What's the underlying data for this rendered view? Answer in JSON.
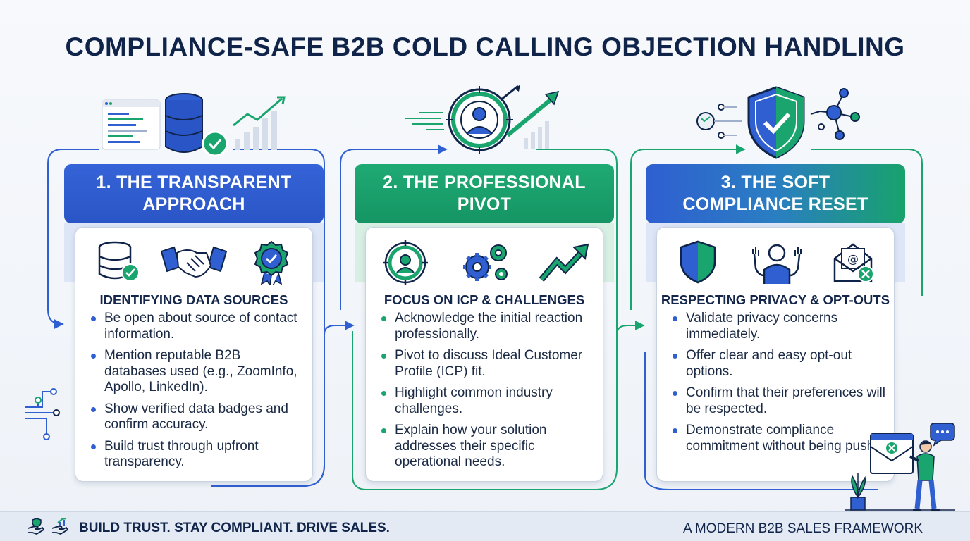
{
  "title": "COMPLIANCE-SAFE B2B COLD CALLING OBJECTION HANDLING",
  "columns": [
    {
      "heading": "1. THE TRANSPARENT APPROACH",
      "subheading": "IDENTIFYING DATA SOURCES",
      "icons": [
        "database-check-icon",
        "handshake-icon",
        "verified-badge-icon"
      ],
      "bullets": [
        "Be open about source of contact information.",
        "Mention reputable B2B databases used (e.g., ZoomInfo, Apollo, LinkedIn).",
        "Show verified data badges and confirm accuracy.",
        "Build trust through upfront transparency."
      ]
    },
    {
      "heading": "2. THE PROFESSIONAL PIVOT",
      "subheading": "FOCUS ON ICP & CHALLENGES",
      "icons": [
        "target-person-icon",
        "gears-icon",
        "trend-arrow-icon"
      ],
      "bullets": [
        "Acknowledge the initial reaction professionally.",
        "Pivot to discuss Ideal Customer Profile (ICP) fit.",
        "Highlight common industry challenges.",
        "Explain how your solution addresses their specific operational needs."
      ]
    },
    {
      "heading": "3. THE SOFT COMPLIANCE RESET",
      "subheading": "RESPECTING PRIVACY & OPT-OUTS",
      "icons": [
        "shield-icon",
        "raised-hands-person-icon",
        "email-optout-icon"
      ],
      "bullets": [
        "Validate privacy concerns immediately.",
        "Offer clear and easy opt-out options.",
        "Confirm that their preferences will be respected.",
        "Demonstrate compliance commitment without being pushy."
      ]
    }
  ],
  "footer": {
    "left": "BUILD TRUST. STAY COMPLIANT. DRIVE SALES.",
    "right": "A MODERN B2B SALES FRAMEWORK"
  },
  "colors": {
    "navy": "#10244a",
    "blue": "#2f5fd1",
    "green": "#1aa56f",
    "footer_bg": "#e4eaf4"
  }
}
